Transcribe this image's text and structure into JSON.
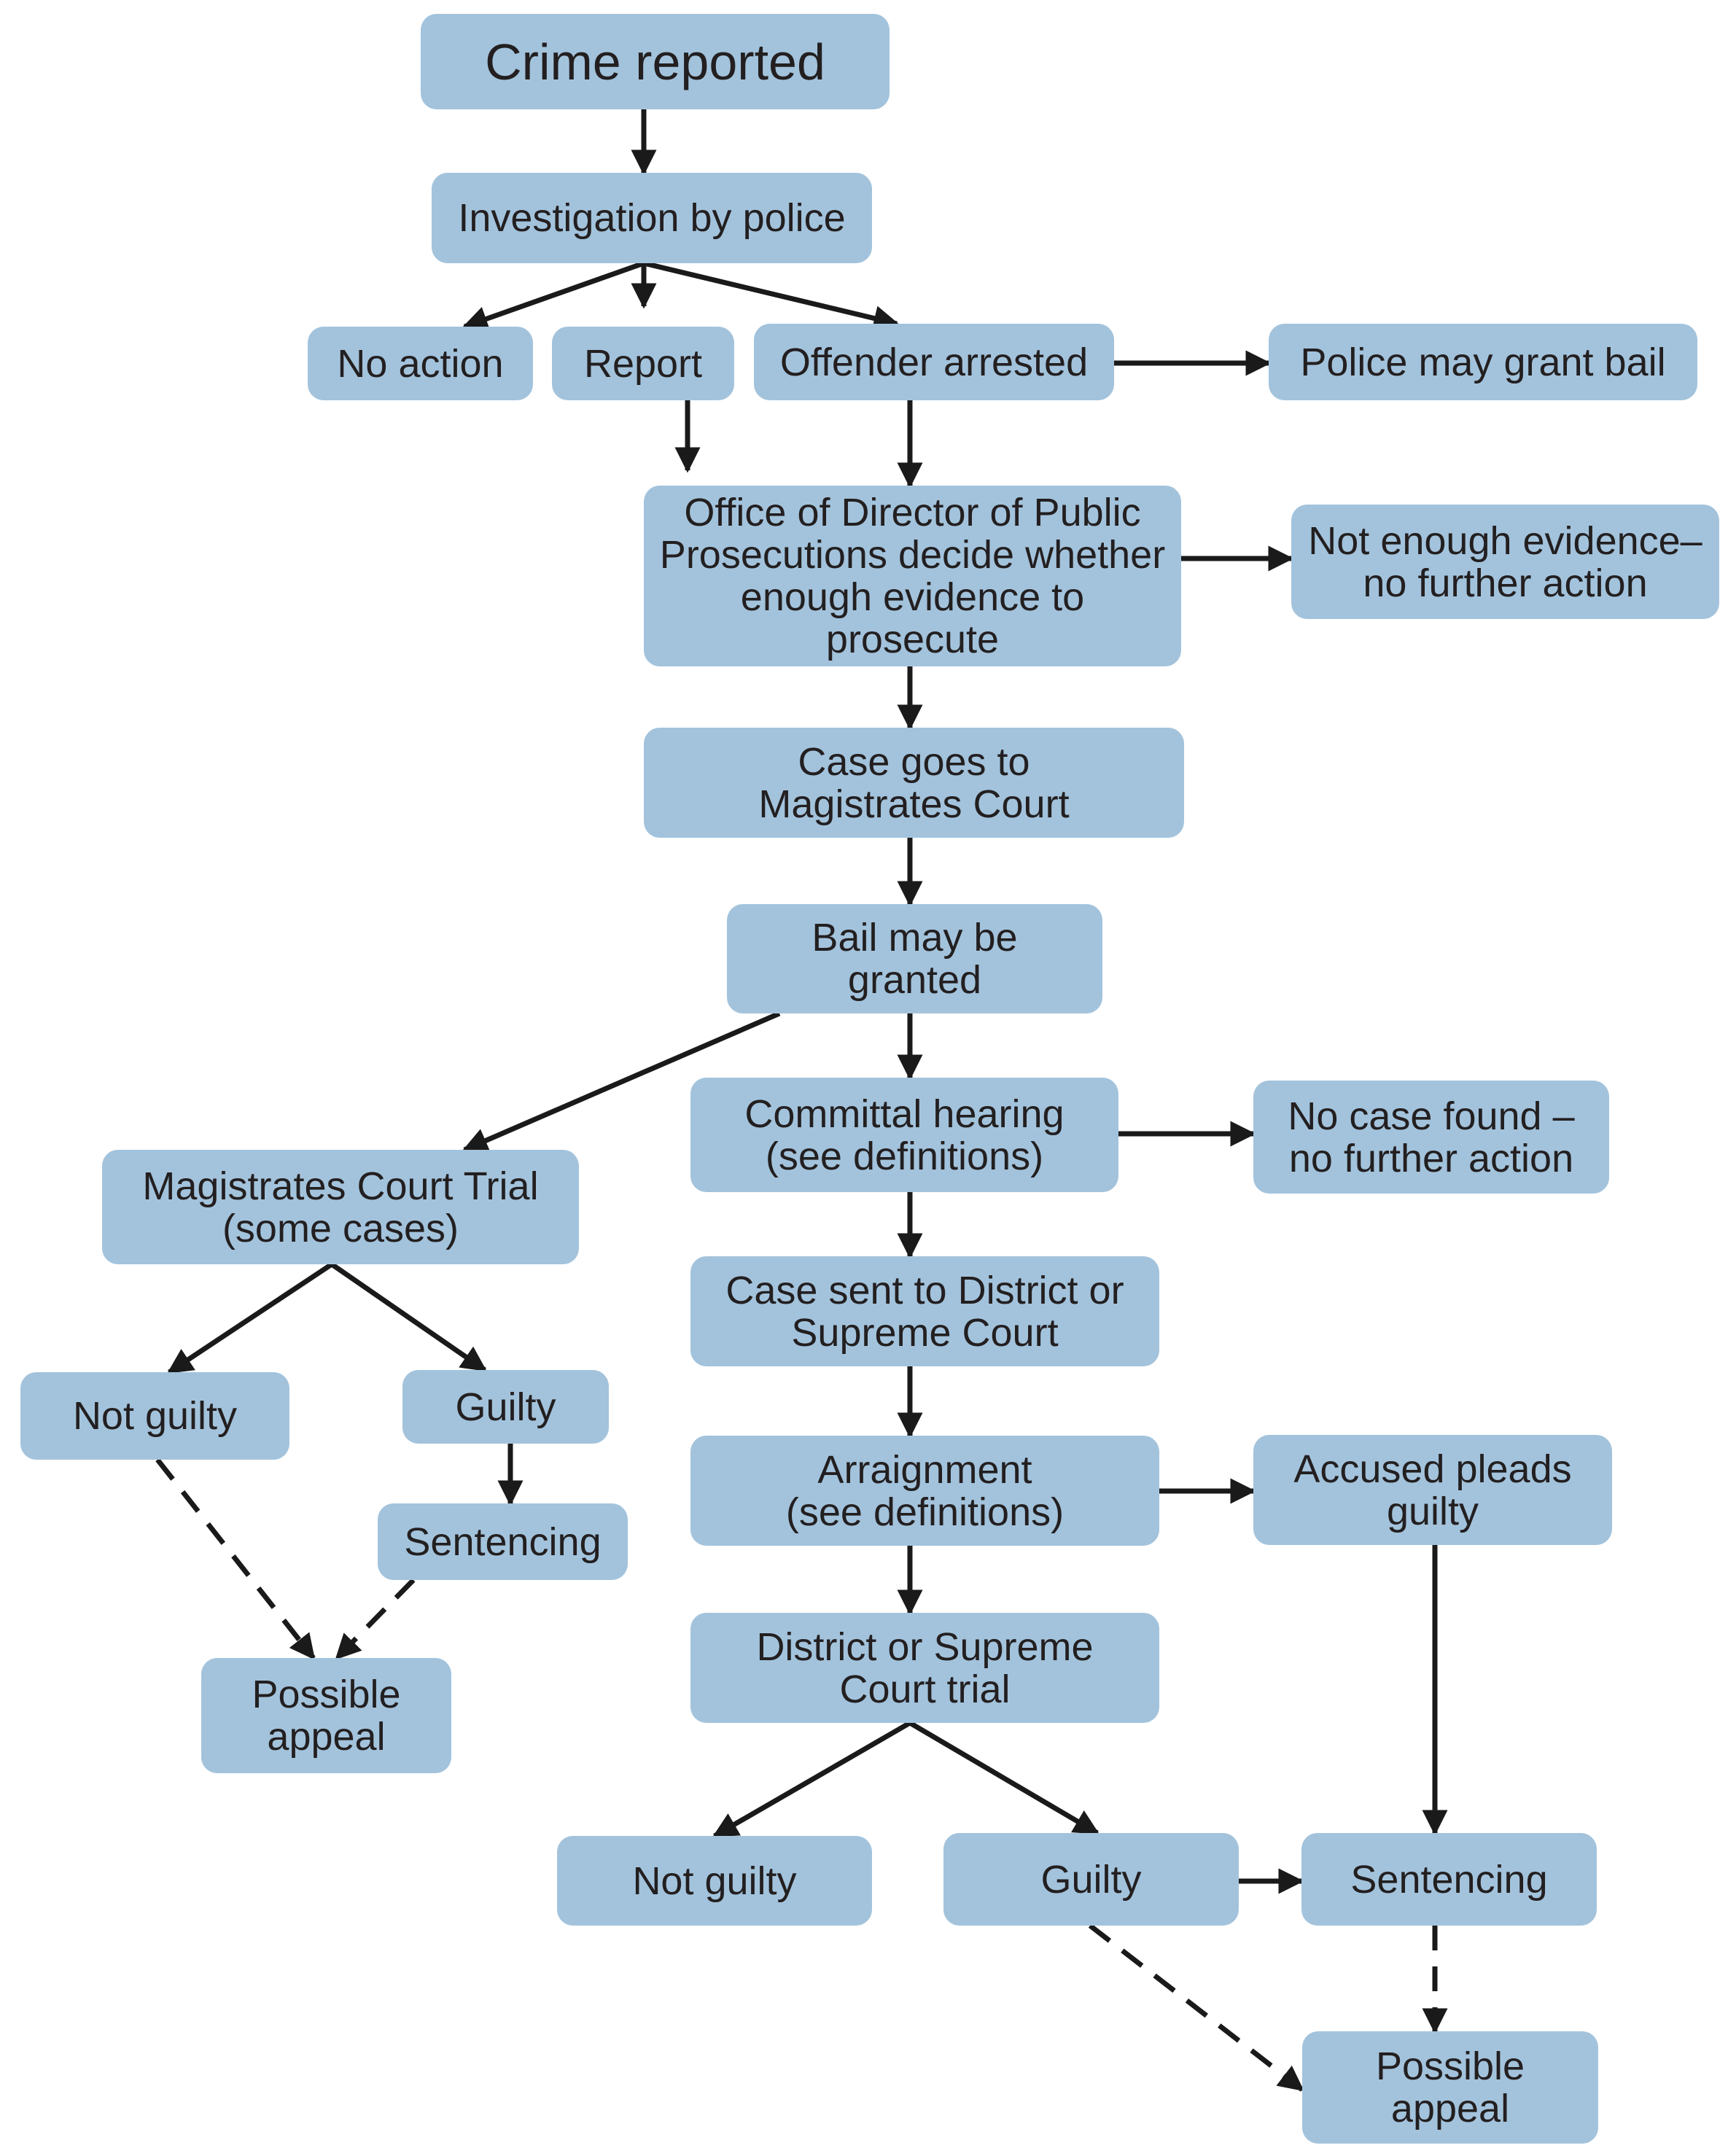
{
  "nodes": {
    "crime_reported": "Crime reported",
    "investigation": "Investigation by police",
    "no_action": "No action",
    "report": "Report",
    "offender_arrested": "Offender arrested",
    "police_bail": "Police may grant bail",
    "odpp": "Office of Director of Public\nProsecutions decide whether\nenough evidence to prosecute",
    "not_enough_evidence": "Not enough evidence–\nno further action",
    "case_magistrates": "Case goes to\nMagistrates Court",
    "bail_granted": "Bail may be\ngranted",
    "committal_hearing": "Committal hearing\n(see definitions)",
    "no_case_found": "No case found –\nno further action",
    "magistrates_trial": "Magistrates Court Trial\n(some cases)",
    "case_sent_district": "Case sent to District or\nSupreme Court",
    "not_guilty_left": "Not guilty",
    "guilty_left": "Guilty",
    "sentencing_left": "Sentencing",
    "arraignment": "Arraignment\n(see definitions)",
    "accused_pleads_guilty": "Accused pleads\nguilty",
    "possible_appeal_left": "Possible\nappeal",
    "district_trial": "District or Supreme\nCourt trial",
    "not_guilty_bottom": "Not guilty",
    "guilty_bottom": "Guilty",
    "sentencing_bottom": "Sentencing",
    "possible_appeal_bottom": "Possible appeal"
  },
  "edges": [
    {
      "from": "crime_reported",
      "to": "investigation",
      "style": "solid"
    },
    {
      "from": "investigation",
      "to": "no_action",
      "style": "solid"
    },
    {
      "from": "investigation",
      "to": "report",
      "style": "solid"
    },
    {
      "from": "investigation",
      "to": "offender_arrested",
      "style": "solid"
    },
    {
      "from": "offender_arrested",
      "to": "police_bail",
      "style": "solid"
    },
    {
      "from": "report",
      "to": "odpp",
      "style": "solid"
    },
    {
      "from": "offender_arrested",
      "to": "odpp",
      "style": "solid"
    },
    {
      "from": "odpp",
      "to": "not_enough_evidence",
      "style": "solid"
    },
    {
      "from": "odpp",
      "to": "case_magistrates",
      "style": "solid"
    },
    {
      "from": "case_magistrates",
      "to": "bail_granted",
      "style": "solid"
    },
    {
      "from": "bail_granted",
      "to": "committal_hearing",
      "style": "solid"
    },
    {
      "from": "bail_granted",
      "to": "magistrates_trial",
      "style": "solid"
    },
    {
      "from": "committal_hearing",
      "to": "no_case_found",
      "style": "solid"
    },
    {
      "from": "committal_hearing",
      "to": "case_sent_district",
      "style": "solid"
    },
    {
      "from": "magistrates_trial",
      "to": "not_guilty_left",
      "style": "solid"
    },
    {
      "from": "magistrates_trial",
      "to": "guilty_left",
      "style": "solid"
    },
    {
      "from": "guilty_left",
      "to": "sentencing_left",
      "style": "solid"
    },
    {
      "from": "not_guilty_left",
      "to": "possible_appeal_left",
      "style": "dashed"
    },
    {
      "from": "sentencing_left",
      "to": "possible_appeal_left",
      "style": "dashed"
    },
    {
      "from": "case_sent_district",
      "to": "arraignment",
      "style": "solid"
    },
    {
      "from": "arraignment",
      "to": "accused_pleads_guilty",
      "style": "solid"
    },
    {
      "from": "arraignment",
      "to": "district_trial",
      "style": "solid"
    },
    {
      "from": "district_trial",
      "to": "not_guilty_bottom",
      "style": "solid"
    },
    {
      "from": "district_trial",
      "to": "guilty_bottom",
      "style": "solid"
    },
    {
      "from": "guilty_bottom",
      "to": "sentencing_bottom",
      "style": "solid"
    },
    {
      "from": "accused_pleads_guilty",
      "to": "sentencing_bottom",
      "style": "solid"
    },
    {
      "from": "sentencing_bottom",
      "to": "possible_appeal_bottom",
      "style": "dashed"
    },
    {
      "from": "guilty_bottom",
      "to": "possible_appeal_bottom",
      "style": "dashed"
    }
  ],
  "colors": {
    "box_fill": "#a3c3dc",
    "text": "#231f20",
    "arrow": "#1a1a1a",
    "background": "#ffffff"
  }
}
